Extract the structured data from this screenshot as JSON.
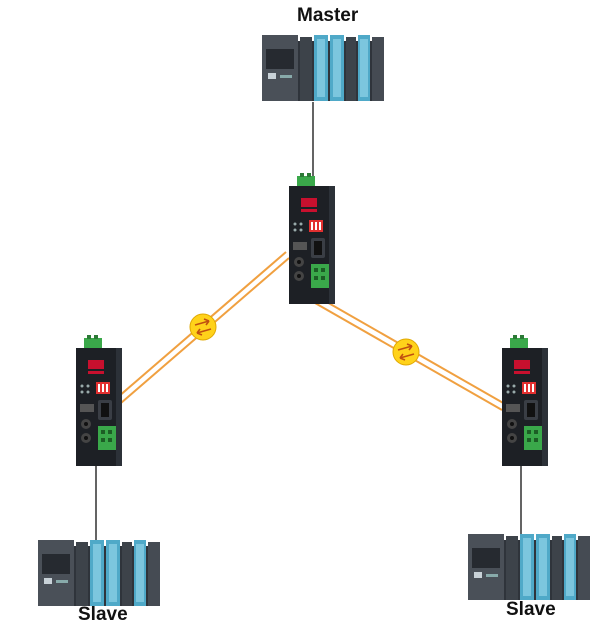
{
  "labels": {
    "master": "Master",
    "slave_left": "Slave",
    "slave_right": "Slave"
  },
  "colors": {
    "fiber": "#f0a040",
    "fiber_dark": "#d07810",
    "badge": "#ffd21a",
    "plc_body": "#3a3f46",
    "plc_module": "#4fa9c8",
    "converter_body": "#1d2025",
    "converter_logo": "#c8102e",
    "terminal_green": "#3aa84a"
  },
  "icons": [
    "plc-rack-icon",
    "fiber-converter-icon",
    "bidirectional-arrow-icon"
  ]
}
